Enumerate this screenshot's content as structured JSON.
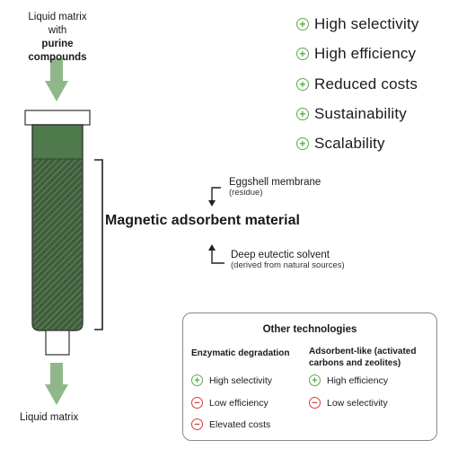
{
  "input_label_line1": "Liquid matrix",
  "input_label_line2": "with",
  "input_label_bold": "purine compounds",
  "output_label": "Liquid matrix",
  "benefits": [
    "High selectivity",
    "High efficiency",
    "Reduced costs",
    "Sustainability",
    "Scalability"
  ],
  "main_label": "Magnetic adsorbent material",
  "eggshell": {
    "title": "Eggshell membrane",
    "sub": "(residue)"
  },
  "des": {
    "title": "Deep eutectic solvent",
    "sub": "(derived from natural sources)"
  },
  "other": {
    "title": "Other technologies",
    "col1": {
      "heading": "Enzymatic degradation",
      "items": [
        {
          "sign": "plus",
          "text": "High selectivity"
        },
        {
          "sign": "minus",
          "text": "Low efficiency"
        },
        {
          "sign": "minus",
          "text": "Elevated costs"
        }
      ]
    },
    "col2": {
      "heading_line1": "Adsorbent-like (activated",
      "heading_line2": "carbons and zeolites)",
      "items": [
        {
          "sign": "plus",
          "text": "High efficiency"
        },
        {
          "sign": "minus",
          "text": "Low selectivity"
        }
      ]
    }
  },
  "colors": {
    "arrow_green": "#8fb88a",
    "column_green": "#4f7a4c",
    "plus": "#5aaa4a",
    "minus": "#d43f3f"
  }
}
